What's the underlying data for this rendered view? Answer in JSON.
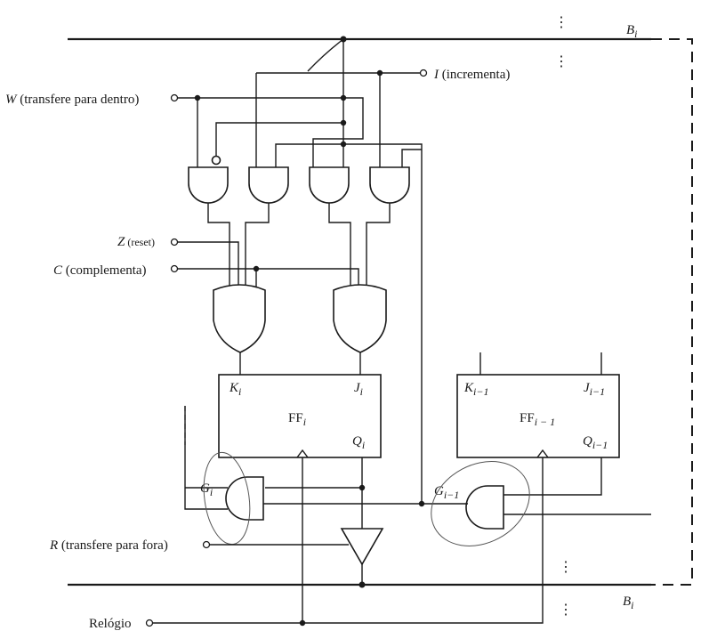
{
  "signals": {
    "w_letter": "W",
    "w_text": " (transfere para dentro)",
    "i_letter": "I",
    "i_text": " (incrementa)",
    "z_letter": "Z",
    "z_text": " (reset)",
    "c_letter": "C",
    "c_text": " (complementa)",
    "r_letter": "R",
    "r_text": " (transfere para fora)",
    "clock": "Relógio"
  },
  "bus": {
    "label": "B",
    "sub": "i"
  },
  "ff_i": {
    "name": "FF",
    "sub": "i",
    "k": "K",
    "k_sub": "i",
    "j": "J",
    "j_sub": "i",
    "q": "Q",
    "q_sub": "i"
  },
  "ff_prev": {
    "name": "FF",
    "sub": "i − 1",
    "k": "K",
    "k_sub": "i−1",
    "j": "J",
    "j_sub": "i−1",
    "q": "Q",
    "q_sub": "i−1"
  },
  "gate_i": {
    "label": "G",
    "sub": "i"
  },
  "gate_prev": {
    "label": "G",
    "sub": "i−1"
  },
  "ellipsis_glyph": "⋮"
}
